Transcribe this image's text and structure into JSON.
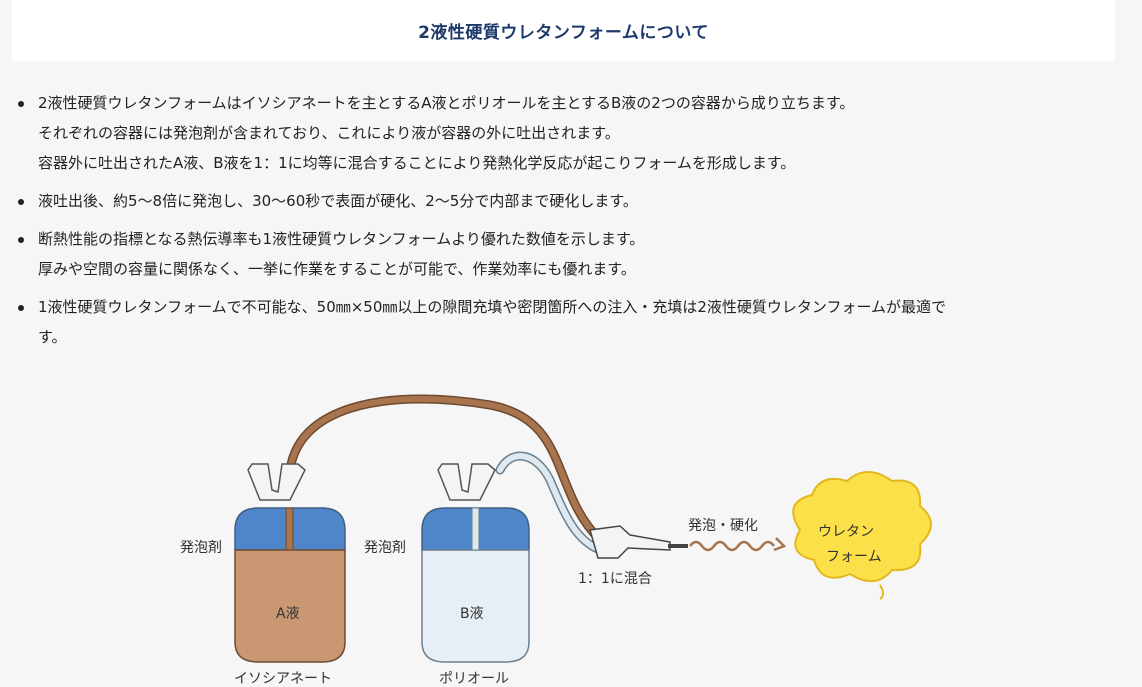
{
  "title": "2液性硬質ウレタンフォームについて",
  "bullets": [
    {
      "lines": [
        "2液性硬質ウレタンフォームはイソシアネートを主とするA液とポリオールを主とするB液の2つの容器から成り立ちます。",
        "それぞれの容器には発泡剤が含まれており、これにより液が容器の外に吐出されます。",
        "容器外に吐出されたA液、B液を1：1に均等に混合することにより発熱化学反応が起こりフォームを形成します。"
      ]
    },
    {
      "lines": [
        "液吐出後、約5～8倍に発泡し、30～60秒で表面が硬化、2～5分で内部まで硬化します。"
      ]
    },
    {
      "lines": [
        "断熱性能の指標となる熱伝導率も1液性硬質ウレタンフォームより優れた数値を示します。",
        "厚みや空間の容量に関係なく、一挙に作業をすることが可能で、作業効率にも優れます。"
      ]
    },
    {
      "lines": [
        "1液性硬質ウレタンフォームで不可能な、50㎜×50㎜以上の隙間充填や密閉箇所への注入・充填は2液性硬質ウレタンフォームが最適で",
        "す。"
      ]
    }
  ],
  "diagram": {
    "container_a_propellant": "発泡剤",
    "container_a_liquid": "A液",
    "container_a_name": "イソシアネート",
    "container_b_propellant": "発泡剤",
    "container_b_liquid": "B液",
    "container_b_name": "ポリオール",
    "mix_label": "1：1に混合",
    "foam_process_label": "発泡・硬化",
    "cloud_line1": "ウレタン",
    "cloud_line2": "フォーム",
    "colors": {
      "blue_top": "#4f86c9",
      "brown_liquid": "#c99873",
      "pale_liquid": "#e8eef6",
      "hose_brown": "#a7744e",
      "hose_pale": "#dde8ef",
      "cloud": "#fbe04a"
    }
  }
}
